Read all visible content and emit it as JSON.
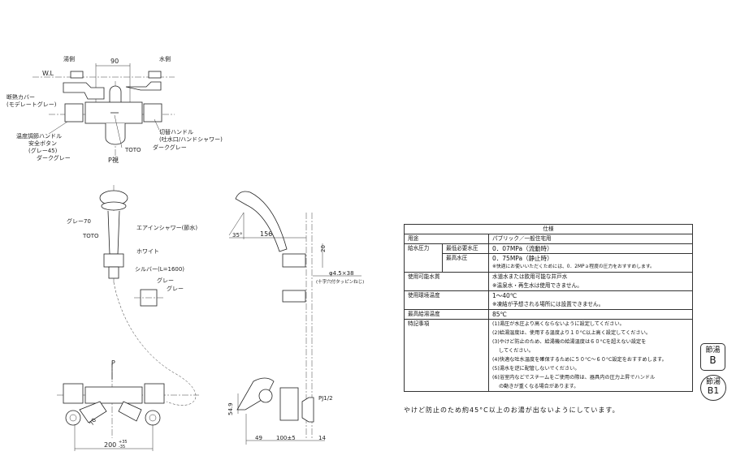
{
  "top_view": {
    "hot_side": "湯側",
    "cold_side": "水側",
    "dim_90": "90",
    "wl": "W.L",
    "insulation_cover": "断熱カバー",
    "insulation_cover_color": "(モデレートグレー)",
    "temp_handle": "温度調節ハンドル",
    "safety_button": "安全ボタン",
    "safety_button_color": "(グレー45)",
    "dark_gray_left": "ダークグレー",
    "toto": "TOTO",
    "p_view": "P視",
    "switch_handle": "切替ハンドル",
    "switch_handle_sub": "(吐水口/ハンドシャワー)",
    "dark_gray_right": "ダークグレー"
  },
  "shower": {
    "gray70": "グレー70",
    "air_in_shower": "エアインシャワー(節水)",
    "toto": "TOTO",
    "white": "ホワイト",
    "silver": "シルバー(L=1600)",
    "gray_a": "グレー",
    "gray_b": "グレー"
  },
  "side_view": {
    "angle": "35°",
    "dim_156": "156",
    "dim_20": "20",
    "screw": "φ4.5×38",
    "screw_sub": "(十字穴付タッピンねじ)"
  },
  "front_view": {
    "p": "P",
    "dim_70": "70",
    "dim_200": "200",
    "tol_plus": "+35",
    "tol_minus": "-35"
  },
  "body_side": {
    "dim_549": "54.9",
    "pj": "PJ1/2",
    "dim_49": "49",
    "dim_100": "100±5",
    "dim_14": "14"
  },
  "spec_table": {
    "title": "仕様",
    "rows": {
      "use_label": "用途",
      "use_value": "パブリック／一般住宅用",
      "pressure_label": "給水圧力",
      "min_label": "最低必要水圧",
      "min_value": "0．07MPa（流動時）",
      "max_label": "最高水圧",
      "max_value": "0．75MPa（静止時）",
      "pressure_note": "※快適にお使いいただくためには、0．2MPａ程度の圧力をおすすめします。",
      "water_label": "使用可能水質",
      "water_value": "水道水または飲用可能な井戸水",
      "water_note": "※温泉水・再生水は使用できません。",
      "env_label": "使用環境温度",
      "env_value": "1～40℃",
      "env_note": "※凍結が予想される場所には設置できません。",
      "maxhot_label": "最高給湯温度",
      "maxhot_value": "85℃",
      "notes_label": "特記事項",
      "notes": [
        "(1)湯圧が水圧より高くならないように設定してください。",
        "(2)給湯温度は、使用する温度より１０°C以上高く設定してください。",
        "(3)やけど防止のため、給湯機の給湯温度は６０°Cを超えない設定を",
        "してください。",
        "(4)快適な吐水温度を確保するために５０°C～６０°C設定をおすすめします。",
        "(5)湯水を逆に配管しないでください。",
        "(6)浴室内などでスチームをご使用の際は、器具内の圧力上昇でハンドル",
        "の動きが重くなる場合があります。"
      ]
    }
  },
  "footnote": "やけど防止のため約45°C以上のお湯が出ないようにしています。",
  "badges": {
    "b_top": "節湯",
    "b_bottom": "B",
    "b1_top": "節湯",
    "b1_bottom": "B1"
  }
}
